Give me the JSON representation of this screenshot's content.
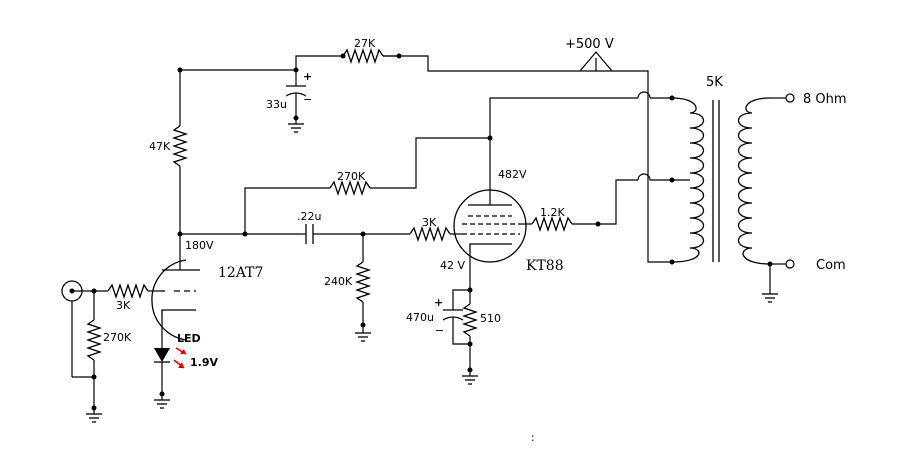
{
  "labels": {
    "supply_voltage": "+500 V",
    "r_27k": "27K",
    "cap_33u": "33u",
    "r_47k": "47K",
    "r_270k_fb": "270K",
    "cap_22u": ".22u",
    "v_180": "180V",
    "tube_1": "12AT7",
    "r_3k_in": "3K",
    "r_270k_in": "270K",
    "led": "LED",
    "led_v": "1.9V",
    "r_240k": "240K",
    "r_3k_grid": "3K",
    "v_482": "482V",
    "r_1_2k": "1.2K",
    "tube_2": "KT88",
    "v_42": "42 V",
    "cap_470u": "470u",
    "r_510": "510",
    "xfmr": "5K",
    "out_8ohm": "8 Ohm",
    "out_com": "Com",
    "plus_33": "+",
    "minus_33": "−",
    "plus_470": "+",
    "minus_470": "−",
    "stray_mark": ":"
  },
  "colors": {
    "wire": "#000000",
    "led_arrows": "#dd0000"
  }
}
